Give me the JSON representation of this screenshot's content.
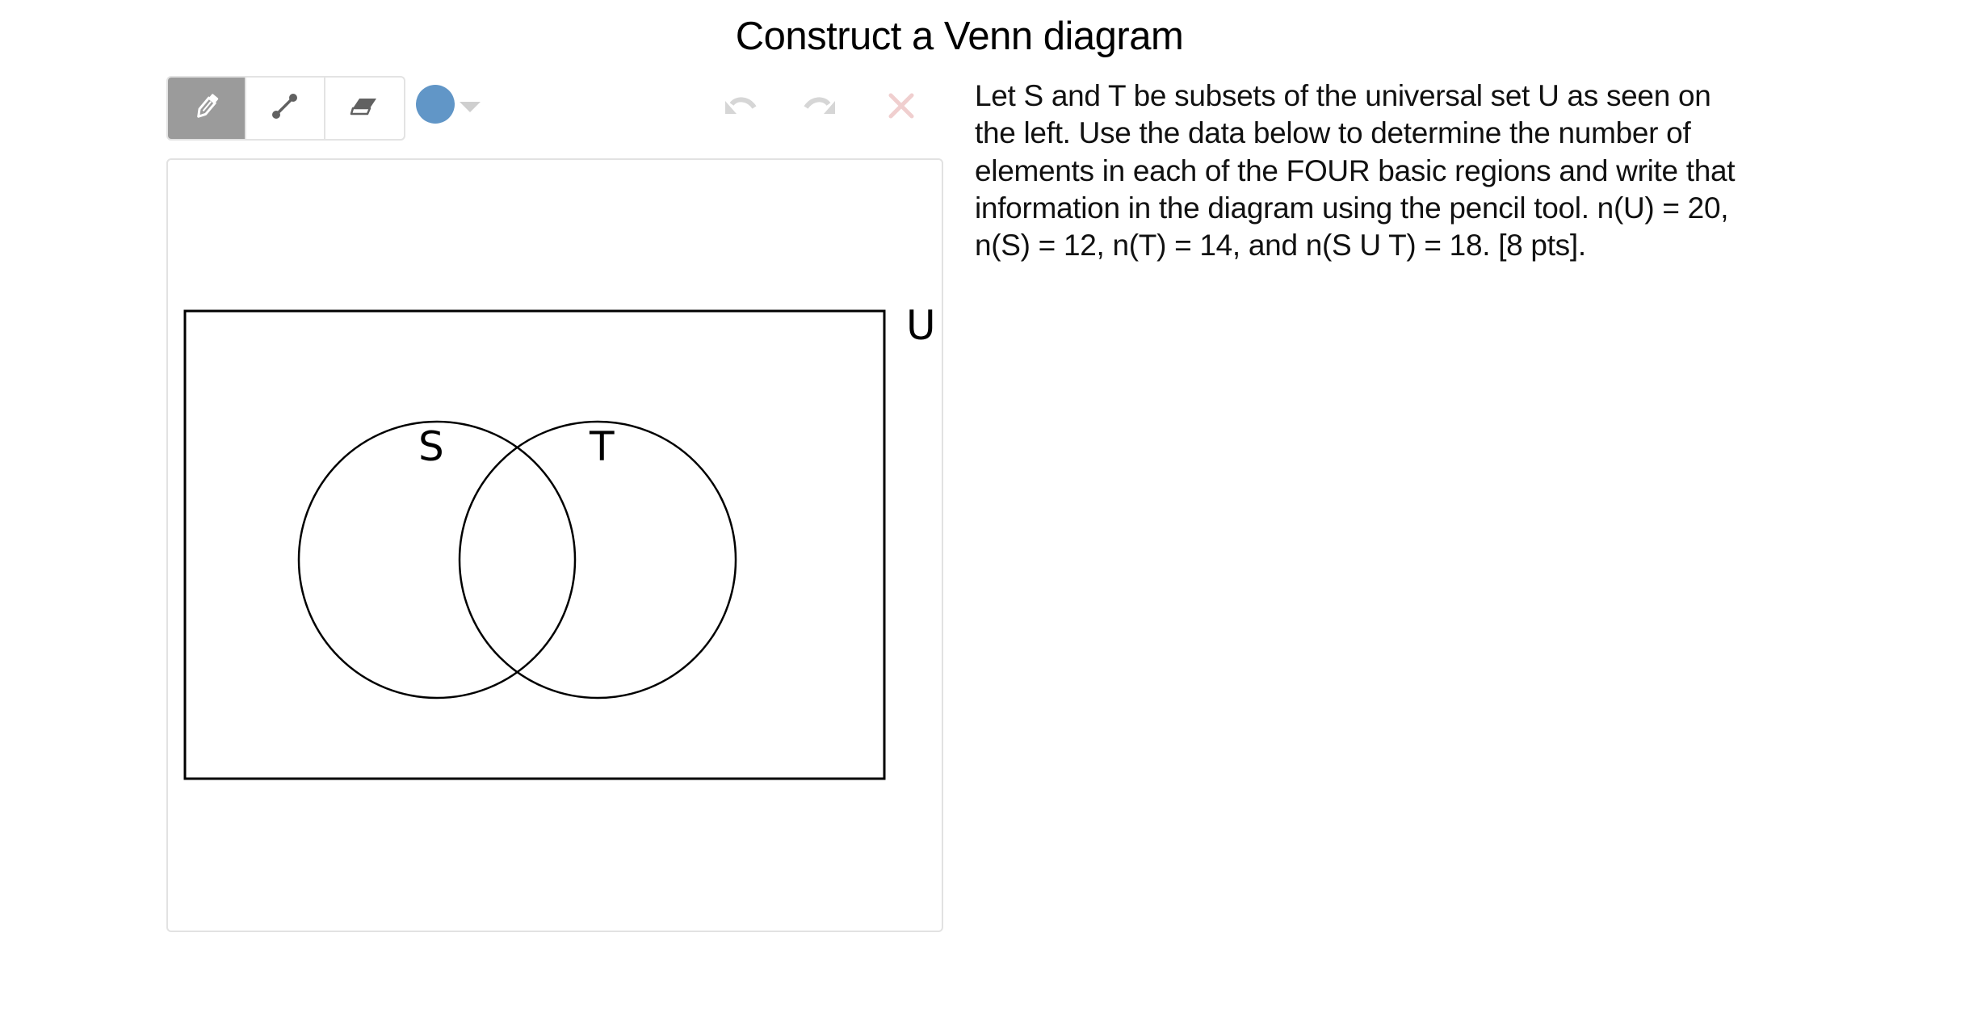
{
  "page": {
    "title": "Construct a Venn diagram"
  },
  "toolbar": {
    "tools": [
      {
        "name": "pencil",
        "icon": "pencil-icon",
        "active": true
      },
      {
        "name": "line",
        "icon": "line-segment-icon",
        "active": false
      },
      {
        "name": "eraser",
        "icon": "eraser-icon",
        "active": false
      }
    ],
    "color": {
      "value": "#6196c7",
      "icon": "chevron-down-icon"
    },
    "actions": [
      {
        "name": "undo",
        "icon": "undo-icon",
        "color": "#d6d6d6"
      },
      {
        "name": "redo",
        "icon": "redo-icon",
        "color": "#d6d6d6"
      },
      {
        "name": "clear",
        "icon": "close-icon",
        "color": "#f0cfcf"
      }
    ]
  },
  "diagram": {
    "universal_label": "U",
    "set_a_label": "S",
    "set_b_label": "T"
  },
  "prompt": {
    "text": "Let S and T be subsets of the universal set U as seen on the left. Use the data below to determine the number of elements in each of the FOUR basic regions and write that information in the diagram using the pencil tool. n(U) = 20, n(S) = 12, n(T) = 14, and n(S U T) = 18. [8 pts]."
  }
}
